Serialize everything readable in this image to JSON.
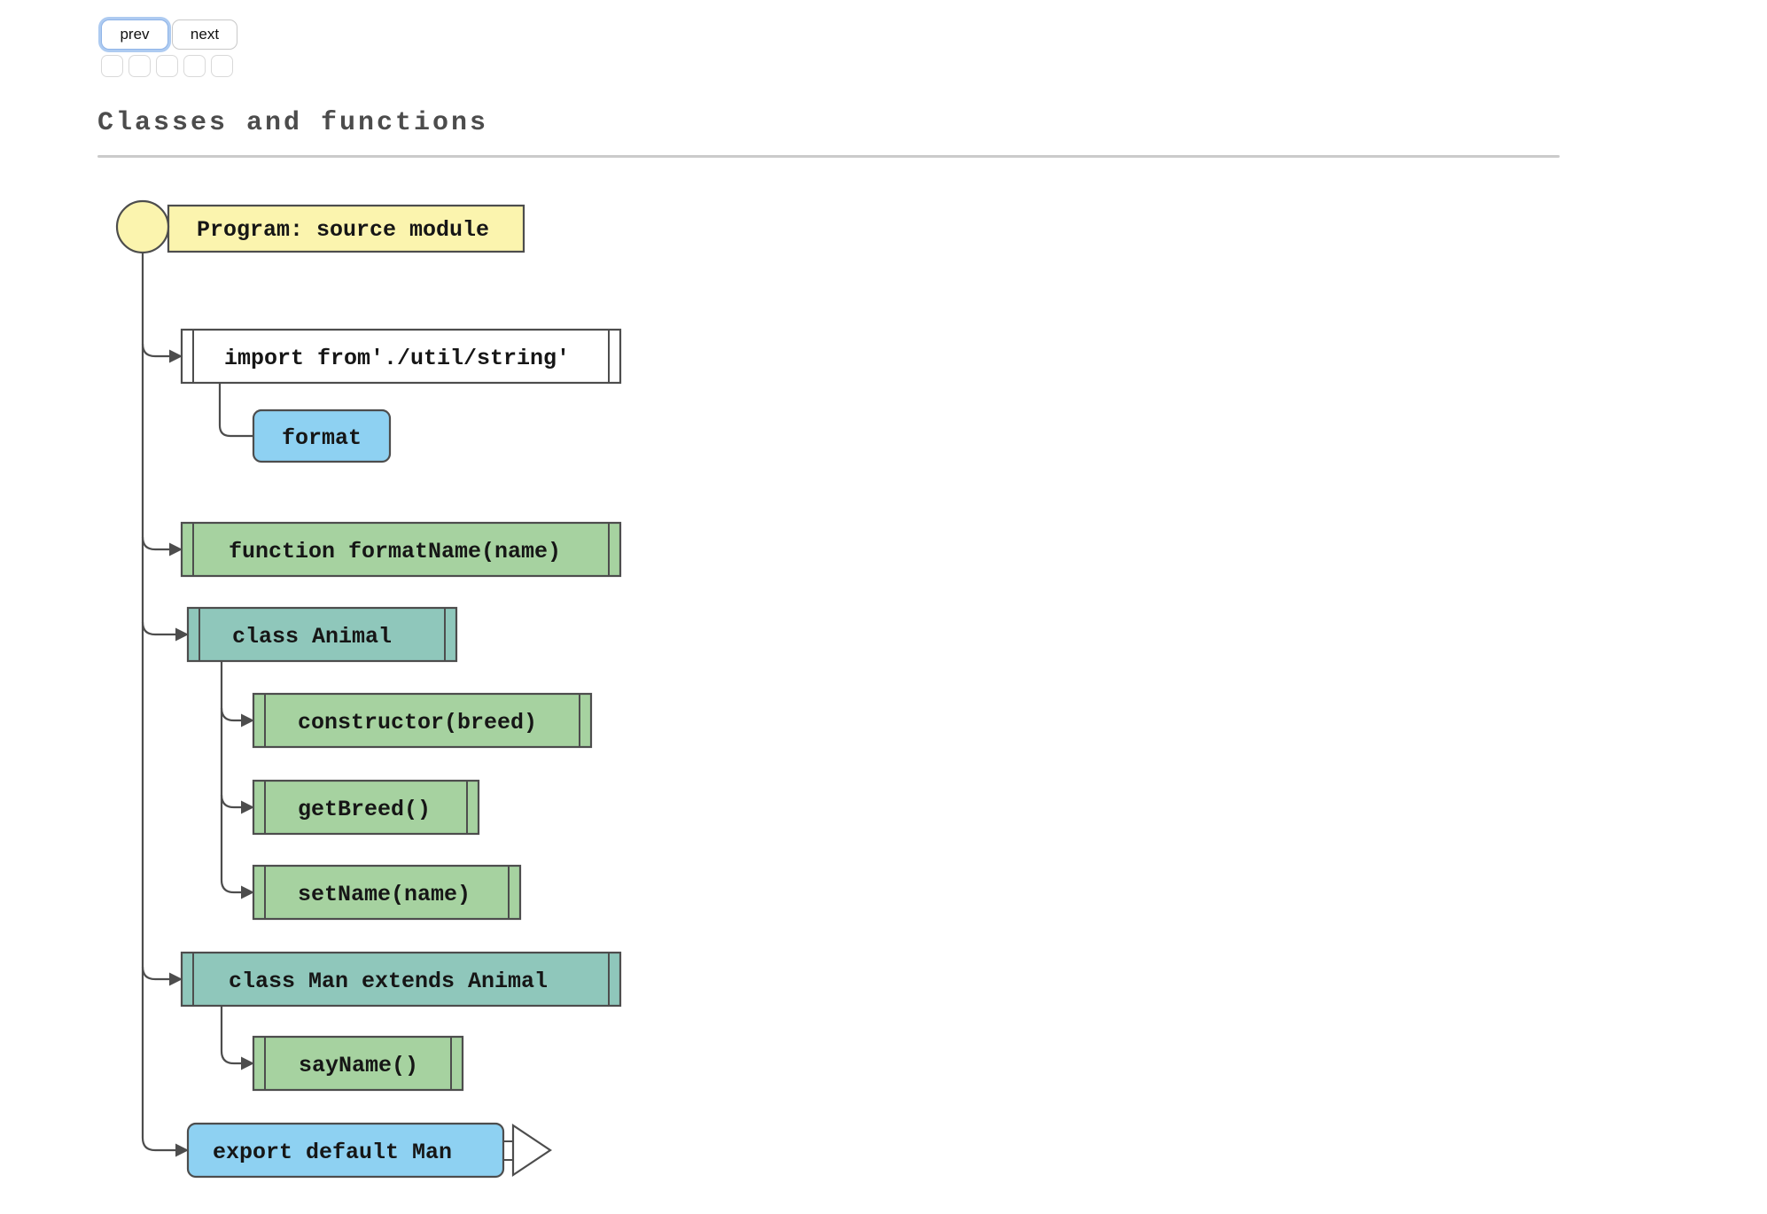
{
  "toolbar": {
    "prev_label": "prev",
    "next_label": "next",
    "slot_count": 5
  },
  "page": {
    "title": "Classes and functions"
  },
  "colors": {
    "program_yellow": "#fbf4ae",
    "import_white": "#ffffff",
    "call_blue": "#8ed1f2",
    "function_green": "#a6d2a0",
    "class_teal": "#8fc7bb",
    "edge_gray": "#4d4d4d",
    "rule_gray": "#cbcbcb"
  },
  "diagram": {
    "nodes": [
      {
        "id": "program",
        "type": "program",
        "label": "Program: source module"
      },
      {
        "id": "import",
        "type": "import-declaration",
        "label": "import from'./util/string'"
      },
      {
        "id": "format",
        "type": "import-specifier",
        "label": "format"
      },
      {
        "id": "formatName",
        "type": "function-declaration",
        "label": "function formatName(name)"
      },
      {
        "id": "Animal",
        "type": "class-declaration",
        "label": "class Animal"
      },
      {
        "id": "constructor",
        "type": "class-method",
        "label": "constructor(breed)"
      },
      {
        "id": "getBreed",
        "type": "class-method",
        "label": "getBreed()"
      },
      {
        "id": "setName",
        "type": "class-method",
        "label": "setName(name)"
      },
      {
        "id": "Man",
        "type": "class-declaration",
        "label": "class Man extends Animal"
      },
      {
        "id": "sayName",
        "type": "class-method",
        "label": "sayName()"
      },
      {
        "id": "export",
        "type": "export-declaration",
        "label": "export default Man"
      }
    ]
  }
}
